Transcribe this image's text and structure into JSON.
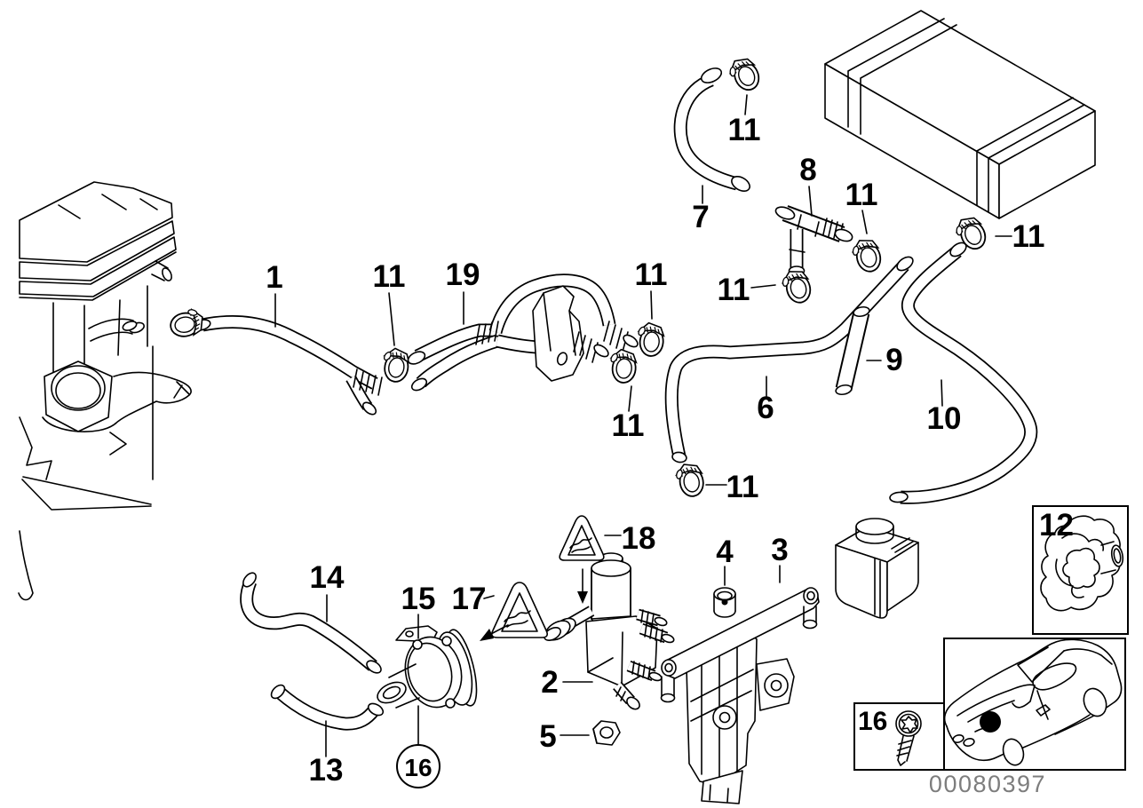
{
  "doc_number": "00080397",
  "labels": {
    "p1": "1",
    "p2": "2",
    "p3": "3",
    "p4": "4",
    "p5": "5",
    "p6": "6",
    "p7": "7",
    "p8": "8",
    "p9": "9",
    "p10": "10",
    "p11": "11",
    "p12": "12",
    "p13": "13",
    "p14": "14",
    "p15": "15",
    "p16": "16",
    "p17": "17",
    "p18": "18",
    "p19": "19"
  },
  "colors": {
    "line": "#000000",
    "background": "#ffffff",
    "doc_number_gray": "#7d7d7d"
  }
}
